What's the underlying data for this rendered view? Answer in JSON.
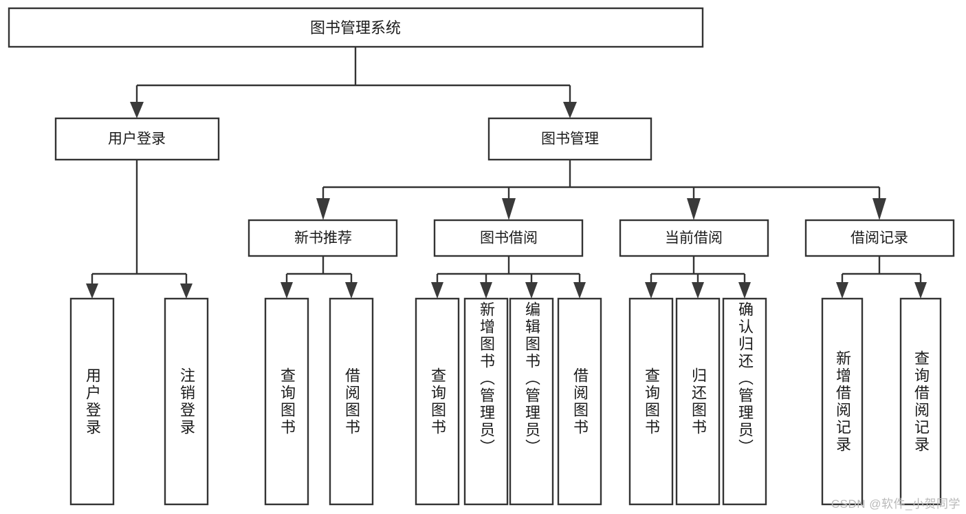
{
  "diagram": {
    "title": "图书管理系统",
    "type": "tree",
    "watermark": "CSDN @软件_小贺同学",
    "root": {
      "id": "root",
      "label": "图书管理系统"
    },
    "level1": [
      {
        "id": "user-login",
        "label": "用户登录"
      },
      {
        "id": "book-management",
        "label": "图书管理"
      }
    ],
    "level2": [
      {
        "id": "new-book-recommend",
        "label": "新书推荐",
        "parent": "book-management"
      },
      {
        "id": "book-borrow",
        "label": "图书借阅",
        "parent": "book-management"
      },
      {
        "id": "current-borrow",
        "label": "当前借阅",
        "parent": "book-management"
      },
      {
        "id": "borrow-record",
        "label": "借阅记录",
        "parent": "book-management"
      }
    ],
    "leaves": [
      {
        "id": "leaf-user-login",
        "label": "用户登录",
        "parent": "user-login"
      },
      {
        "id": "leaf-logout-login",
        "label": "注销登录",
        "parent": "user-login"
      },
      {
        "id": "leaf-query-book-1",
        "label": "查询图书",
        "parent": "new-book-recommend"
      },
      {
        "id": "leaf-borrow-book-1",
        "label": "借阅图书",
        "parent": "new-book-recommend"
      },
      {
        "id": "leaf-query-book-2",
        "label": "查询图书",
        "parent": "book-borrow"
      },
      {
        "id": "leaf-add-book",
        "label": "新增图书（管理员）",
        "parent": "book-borrow"
      },
      {
        "id": "leaf-edit-book",
        "label": "编辑图书（管理员）",
        "parent": "book-borrow"
      },
      {
        "id": "leaf-borrow-book-2",
        "label": "借阅图书",
        "parent": "book-borrow"
      },
      {
        "id": "leaf-query-book-3",
        "label": "查询图书",
        "parent": "current-borrow"
      },
      {
        "id": "leaf-return-book",
        "label": "归还图书",
        "parent": "current-borrow"
      },
      {
        "id": "leaf-confirm-return",
        "label": "确认归还（管理员）",
        "parent": "current-borrow"
      },
      {
        "id": "leaf-add-record",
        "label": "新增借阅记录",
        "parent": "borrow-record"
      },
      {
        "id": "leaf-query-record",
        "label": "查询借阅记录",
        "parent": "borrow-record"
      }
    ],
    "colors": {
      "stroke": "#333333",
      "text": "#1b1b1b",
      "background": "#ffffff",
      "watermark": "#b9b9b9"
    }
  }
}
